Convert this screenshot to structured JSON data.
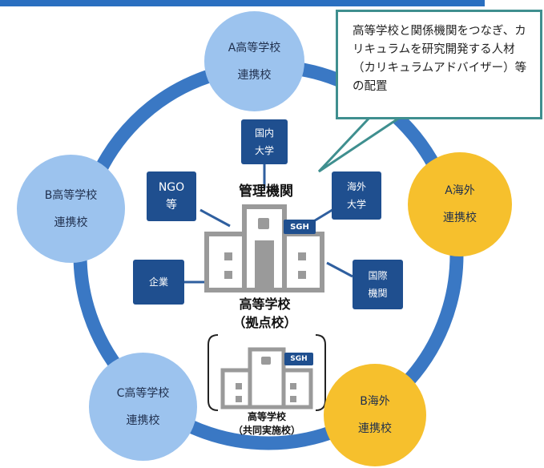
{
  "callout_text": "高等学校と関係機関をつなぎ、カリキュラムを研究開発する人材（カリキュラムアドバイザー）等の配置",
  "hub": {
    "management_label": "管理機関",
    "school_label_line1": "高等学校",
    "school_label_line2": "（拠点校）",
    "joint_label_line1": "高等学校",
    "joint_label_line2": "（共同実施校）",
    "logo_text": "SGH"
  },
  "partners": {
    "a_school": {
      "line1": "A高等学校",
      "line2": "連携校"
    },
    "b_school": {
      "line1": "B高等学校",
      "line2": "連携校"
    },
    "c_school": {
      "line1": "C高等学校",
      "line2": "連携校"
    },
    "a_overseas": {
      "line1": "A海外",
      "line2": "連携校"
    },
    "b_overseas": {
      "line1": "B海外",
      "line2": "連携校"
    }
  },
  "organizations": {
    "domestic_univ": {
      "line1": "国内",
      "line2": "大学"
    },
    "ngo": {
      "line1": "NGO",
      "line2": "等"
    },
    "overseas_univ": {
      "line1": "海外",
      "line2": "大学"
    },
    "company": {
      "line1": "企業"
    },
    "international": {
      "line1": "国際",
      "line2": "機関"
    }
  },
  "colors": {
    "ring": "#3a78c4",
    "school_circle": "#9cc3ee",
    "overseas_circle": "#f6c02d",
    "org_box": "#1f4f8f",
    "callout_border": "#3f8f8f",
    "top_bar": "#2a6fc0"
  }
}
